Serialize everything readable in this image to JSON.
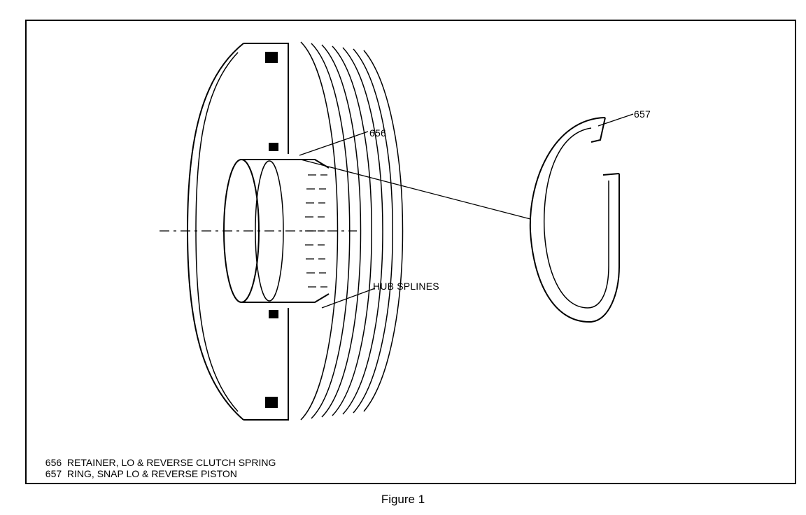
{
  "figure": {
    "caption": "Figure 1",
    "callouts": {
      "part_656": "656",
      "part_657": "657",
      "hub_splines": "HUB SPLINES"
    },
    "legend": [
      {
        "number": "656",
        "description": "RETAINER, LO & REVERSE CLUTCH SPRING"
      },
      {
        "number": "657",
        "description": "RING, SNAP LO & REVERSE PISTON"
      }
    ]
  }
}
